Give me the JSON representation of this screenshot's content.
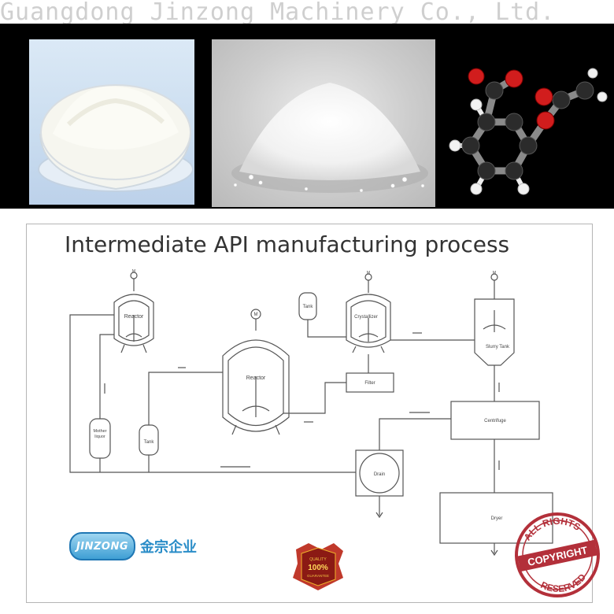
{
  "watermark_text": "Guangdong Jinzong Machinery Co., Ltd.",
  "diagram": {
    "title": "Intermediate API manufacturing process",
    "labels": {
      "reactor_small": "Reactor",
      "reactor_main": "Reactor",
      "tank_top": "Tank",
      "crystallizer": "Crystallizer",
      "slurry_tank": "Slurry Tank",
      "filter": "Filter",
      "centrifuge": "Centrifuge",
      "mother_liquor": "Mother liquor",
      "tank_mid": "Tank",
      "drain": "Drain",
      "dryer": "Dryer",
      "motor": "M"
    }
  },
  "brand": {
    "logo_text": "JINZONG",
    "chinese_text": "金宗企业"
  },
  "badge_100": {
    "line1": "QUALITY",
    "line2": "100%",
    "line3": "GUARANTEE"
  },
  "stamp": {
    "top": "ALL RIGHTS",
    "center": "COPYRIGHT",
    "bottom": "RESERVED"
  },
  "colors": {
    "stamp_red": "#b3303a",
    "brand_blue": "#2a8dc8",
    "line_gray": "#555555"
  }
}
